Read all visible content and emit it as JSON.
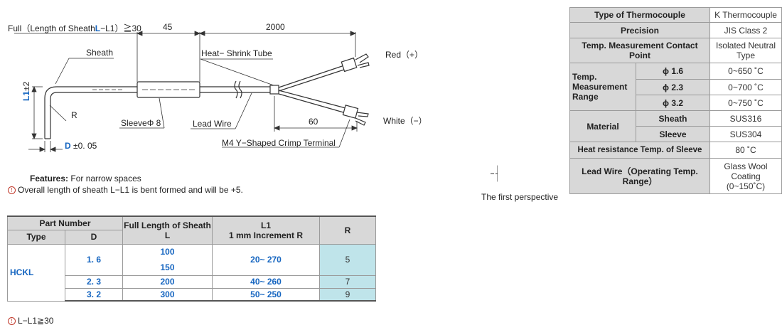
{
  "drawing": {
    "full_label": "Full（Length of Sheath",
    "full_L": "L",
    "full_rest": "−L1）≧30",
    "dim_45": "45",
    "dim_2000": "2000",
    "dim_60": "60",
    "sheath": "Sheath",
    "heat_shrink": "Heat− Shrink Tube",
    "red": "Red（+）",
    "white": "White（−）",
    "r_label": "R",
    "sleeve": "SleeveΦ 8",
    "lead_wire": "Lead Wire",
    "crimp": "M4 Y−Shaped Crimp Terminal",
    "l1_label": "L1",
    "l1_tol": "±2",
    "d_label": "D",
    "d_tol": "±0. 05"
  },
  "features": {
    "title": "Features:",
    "text": "For narrow spaces",
    "note": "Overall length of sheath L−L1 is bent formed and will be +5."
  },
  "perspective": {
    "label": "The first perspective"
  },
  "spec": {
    "type_h": "Type of Thermocouple",
    "type_v": "K Thermocouple",
    "precision_h": "Precision",
    "precision_v": "JIS Class 2",
    "contact_h": "Temp. Measurement Contact Point",
    "contact_v": "Isolated Neutral Type",
    "range_h": "Temp. Measurement Range",
    "range_rows": [
      {
        "d": "ϕ 1.6",
        "v": "0~650 ˚C"
      },
      {
        "d": "ϕ 2.3",
        "v": "0~700 ˚C"
      },
      {
        "d": "ϕ 3.2",
        "v": "0~750 ˚C"
      }
    ],
    "material_h": "Material",
    "sheath_h": "Sheath",
    "sheath_v": "SUS316",
    "sleeve_h": "Sleeve",
    "sleeve_v": "SUS304",
    "heatres_h": "Heat resistance Temp. of Sleeve",
    "heatres_v": "80 ˚C",
    "lead_h": "Lead Wire（Operating Temp. Range）",
    "lead_v": "Glass Wool Coating (0~150˚C)"
  },
  "parts": {
    "h_part_number": "Part Number",
    "h_type": "Type",
    "h_d": "D",
    "h_full": "Full Length of Sheath L",
    "h_l1": "L1",
    "h_l1_sub": "1 mm Increment R",
    "h_r": "R",
    "type": "HCKL",
    "rows": [
      {
        "d": "1. 6",
        "l": "100",
        "l1": "20~ 270",
        "r": "5"
      },
      {
        "d": "",
        "l": "150",
        "l1": "",
        "r": ""
      },
      {
        "d": "2. 3",
        "l": "200",
        "l1": "40~ 260",
        "r": "7"
      },
      {
        "d": "3. 2",
        "l": "300",
        "l1": "50~ 250",
        "r": "9"
      }
    ],
    "footnote": "L−L1≧30"
  }
}
